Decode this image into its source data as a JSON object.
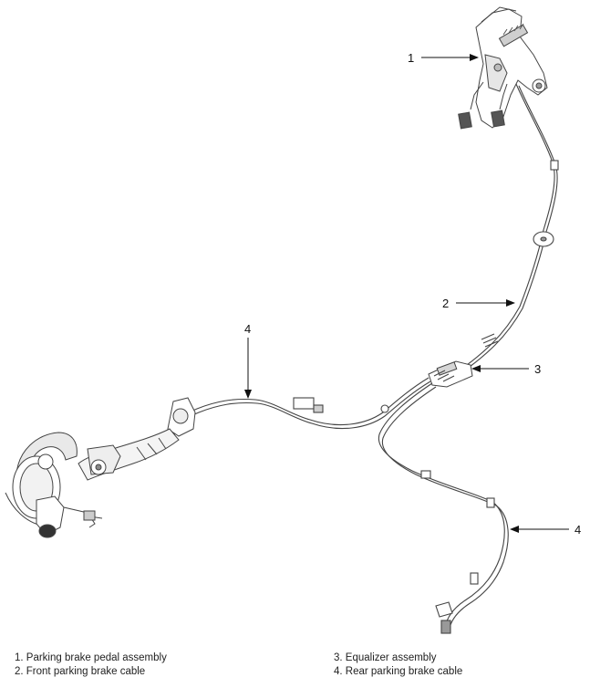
{
  "callouts": {
    "c1": "1",
    "c2": "2",
    "c3": "3",
    "c4a": "4",
    "c4b": "4"
  },
  "legend": [
    "1. Parking brake pedal assembly",
    "2. Front parking brake cable",
    "3. Equalizer assembly",
    "4. Rear parking brake cable"
  ],
  "colors": {
    "line": "#444444",
    "arrow": "#111111",
    "shade": "#bdbdbd"
  }
}
